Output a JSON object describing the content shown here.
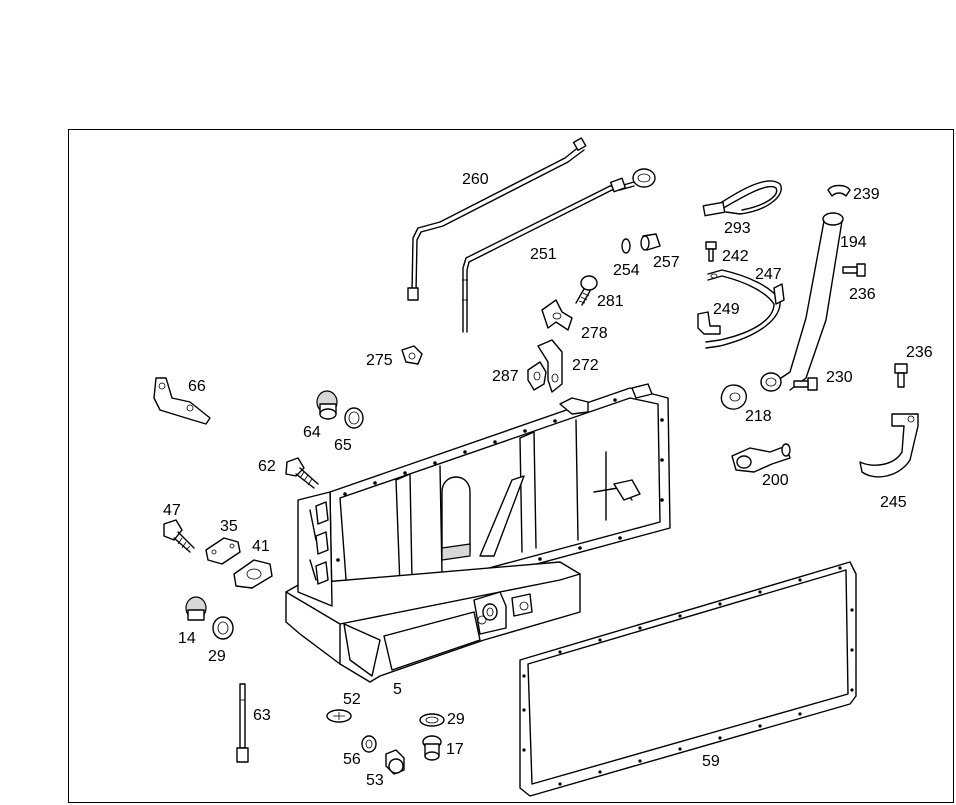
{
  "diagram": {
    "parts": [
      {
        "id": "p260",
        "label": "260"
      },
      {
        "id": "p251",
        "label": "251"
      },
      {
        "id": "p254",
        "label": "254"
      },
      {
        "id": "p257",
        "label": "257"
      },
      {
        "id": "p281",
        "label": "281"
      },
      {
        "id": "p278",
        "label": "278"
      },
      {
        "id": "p275",
        "label": "275"
      },
      {
        "id": "p272",
        "label": "272"
      },
      {
        "id": "p287",
        "label": "287"
      },
      {
        "id": "p293",
        "label": "293"
      },
      {
        "id": "p242",
        "label": "242"
      },
      {
        "id": "p247",
        "label": "247"
      },
      {
        "id": "p249",
        "label": "249"
      },
      {
        "id": "p239",
        "label": "239"
      },
      {
        "id": "p194",
        "label": "194"
      },
      {
        "id": "p236a",
        "label": "236"
      },
      {
        "id": "p236b",
        "label": "236"
      },
      {
        "id": "p230",
        "label": "230"
      },
      {
        "id": "p218",
        "label": "218"
      },
      {
        "id": "p200",
        "label": "200"
      },
      {
        "id": "p245",
        "label": "245"
      },
      {
        "id": "p66",
        "label": "66"
      },
      {
        "id": "p64",
        "label": "64"
      },
      {
        "id": "p65",
        "label": "65"
      },
      {
        "id": "p62",
        "label": "62"
      },
      {
        "id": "p47",
        "label": "47"
      },
      {
        "id": "p35",
        "label": "35"
      },
      {
        "id": "p41",
        "label": "41"
      },
      {
        "id": "p14",
        "label": "14"
      },
      {
        "id": "p29a",
        "label": "29"
      },
      {
        "id": "p63",
        "label": "63"
      },
      {
        "id": "p52",
        "label": "52"
      },
      {
        "id": "p5",
        "label": "5"
      },
      {
        "id": "p29b",
        "label": "29"
      },
      {
        "id": "p17",
        "label": "17"
      },
      {
        "id": "p56",
        "label": "56"
      },
      {
        "id": "p53",
        "label": "53"
      },
      {
        "id": "p59",
        "label": "59"
      }
    ]
  }
}
